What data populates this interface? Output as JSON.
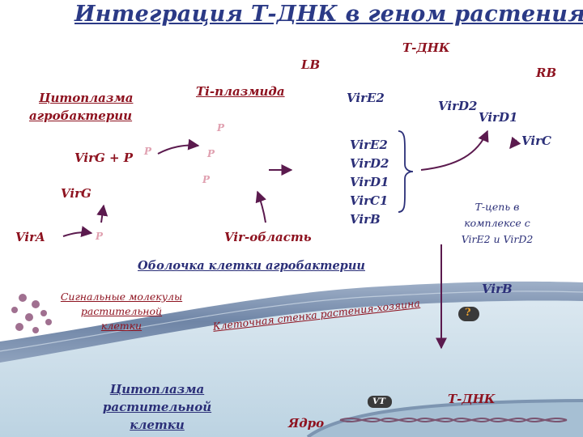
{
  "title": "Интеграция Т-ДНК в геном растения",
  "labels": {
    "t_dna_top": "Т-ДНК",
    "lb": "LB",
    "rb": "RB",
    "ti_plasmid": "Ti-плазмида",
    "cytoplasm_agro_1": "Цитоплазма",
    "cytoplasm_agro_2": "агробактерии",
    "vire2_top": "VirE2",
    "vird2_top": "VirD2",
    "vird1_top": "VirD1",
    "virc_top": "VirC",
    "virg_p": "Vir. G + P",
    "virg": "VirG",
    "vira": "VirA",
    "p": "P",
    "vir_list": [
      "VirE2",
      "VirD2",
      "VirD1",
      "VirC1",
      "VirB"
    ],
    "vir_region": "Vir-область",
    "t_strand_1": "Т-цепь в",
    "t_strand_2": "комплексе с",
    "t_strand_3": "VirE2 и VirD2",
    "membrane": "Оболочка клетки агробактерии",
    "signal_1": "Сигнальные молекулы",
    "signal_2": "растительной",
    "signal_3": "клетки",
    "virb_bottom": "VirB",
    "question": "?",
    "cell_wall": "Клеточная стенка растения-хозяина",
    "plant_cytoplasm_1": "Цитоплазма",
    "plant_cytoplasm_2": "растительной",
    "plant_cytoplasm_3": "клетки",
    "t_dna_bottom": "Т-ДНК",
    "vt": "VT",
    "nucleus": "Ядро"
  },
  "colors": {
    "arrow": "#5b1a4e",
    "label_red": "#8e1320",
    "label_navy": "#2b2f78",
    "p_pink": "#e0a0b0",
    "cell_wall": "#7a8fb0",
    "cytoplasm": "#cfe1ec",
    "dots": "#a07090",
    "badge": "#3a3a3a"
  }
}
